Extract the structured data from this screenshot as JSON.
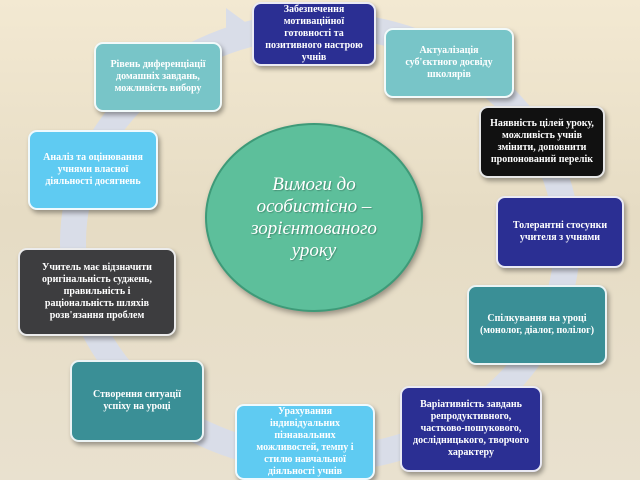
{
  "diagram": {
    "center_text": "Вимоги до\nособистісно –\nзорієнтованого\nуроку",
    "items": [
      {
        "text": "Забезпечення\nмотиваційної\nготовності та\nпозитивного настрою\nучнів",
        "color": "#2b2f93"
      },
      {
        "text": "Актуалізація\nсуб'єктного досвіду\nшколярів",
        "color": "#78c5c8"
      },
      {
        "text": "Наявність цілей уроку,\nможливість учнів\nзмінити, доповнити\nпропонований перелік",
        "color": "#111111"
      },
      {
        "text": "Толерантні стосунки\nучителя з учнями",
        "color": "#2b2f93"
      },
      {
        "text": "Спілкування на уроці\n(монолог, діалог, полілог)",
        "color": "#3a8f96"
      },
      {
        "text": "Варіативність завдань\nрепродуктивного,\nчастково-пошукового,\nдослідницького, творчого\nхарактеру",
        "color": "#2b2f93"
      },
      {
        "text": "Урахування\nіндивідуальних\nпізнавальних\nможливостей, темпу і\nстилю навчальної\nдіяльності учнів",
        "color": "#5fcbf2"
      },
      {
        "text": "Створення ситуації\nуспіху на уроці",
        "color": "#3a8f96"
      },
      {
        "text": "Учитель має відзначити\nоригінальність суджень,\nправильність і\nраціональність шляхів\nрозв'язання проблем",
        "color": "#3d3d3f"
      },
      {
        "text": "Аналіз та оцінювання\nучнями власної\nдіяльності досягнень",
        "color": "#5fcbf2"
      },
      {
        "text": "Рівень диференціації\nдомашніх завдань,\nможливість вибору",
        "color": "#78c5c8"
      }
    ]
  }
}
